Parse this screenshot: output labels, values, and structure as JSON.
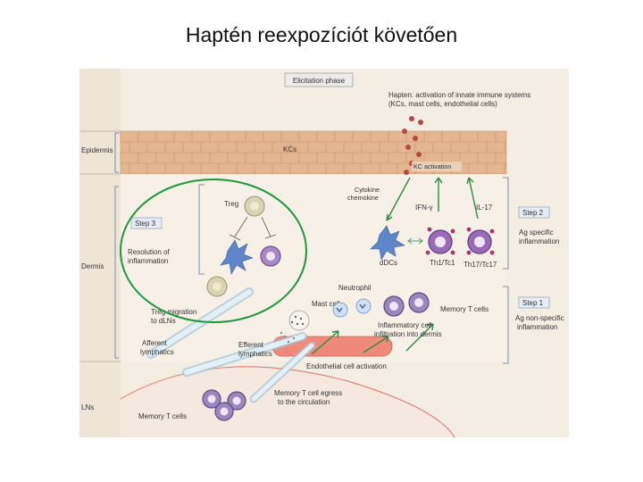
{
  "slide": {
    "title": "Haptén reexpozíciót követően"
  },
  "figure": {
    "phase_box": "Elicitation phase",
    "hapten_note": [
      "Hapten: activation of innate immune systems",
      "(KCs, mast cells, endothelial cells)"
    ],
    "layers": {
      "epidermis": "Epidermis",
      "dermis": "Dermis",
      "lns": "LNs"
    },
    "kcs": "KCs",
    "kc_activation": "KC activation",
    "cytokine": [
      "Cytokine",
      "chemokine"
    ],
    "ifn": "IFN-γ",
    "il17": "IL-17",
    "treg": "Treg",
    "step3": {
      "label": "Step 3",
      "text": [
        "Resolution of",
        "inflammation"
      ]
    },
    "step2": {
      "label": "Step 2",
      "text": [
        "Ag specific",
        "inflammation"
      ]
    },
    "step1": {
      "label": "Step 1",
      "text": [
        "Ag non-specific",
        "inflammation"
      ]
    },
    "ddcs": "dDCs",
    "th1": "Th1/Tc1",
    "th17": "Th17/Tc17",
    "neutrophil": "Neutrophil",
    "mast_cell": "Mast cell",
    "memory_t": "Memory T cells",
    "infiltration": [
      "Inflammatory cell",
      "infiltration into dermis"
    ],
    "treg_migration": [
      "Treg migration",
      "to dLNs"
    ],
    "afferent": [
      "Afferent",
      "lymphatics"
    ],
    "efferent": [
      "Efferent",
      "lymphatics"
    ],
    "endothelial": "Endothelial cell activation",
    "egress": [
      "Memory T cell egress",
      "to the circulation"
    ],
    "ln_memory": "Memory T cells"
  }
}
